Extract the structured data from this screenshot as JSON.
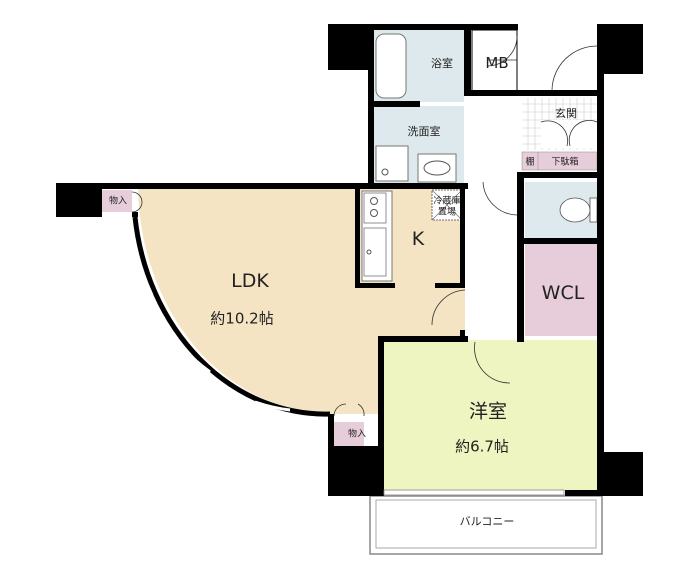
{
  "floorplan": {
    "colors": {
      "wall": "#000000",
      "ldk_fill": "#f5e4c3",
      "bedroom_fill": "#eef5c0",
      "wet_fill": "#dde9ec",
      "storage_fill": "#e6cdd9",
      "balcony_fill": "#ffffff",
      "corridor_fill": "#ffffff"
    },
    "rooms": {
      "ldk": {
        "name": "LDK",
        "size": "約10.2帖"
      },
      "kitchen": {
        "name": "K"
      },
      "fridge": {
        "line1": "冷蔵庫",
        "line2": "置場"
      },
      "bedroom": {
        "name": "洋室",
        "size": "約6.7帖"
      },
      "bath": {
        "name": "浴室"
      },
      "washroom": {
        "name": "洗面室"
      },
      "mb": {
        "name": "MB"
      },
      "entrance": {
        "name": "玄関"
      },
      "shelf": {
        "name": "棚"
      },
      "shoe_box": {
        "name": "下駄箱"
      },
      "wcl": {
        "name": "WCL"
      },
      "storage_ldk": {
        "name": "物入"
      },
      "storage_bed": {
        "name": "物入"
      },
      "balcony": {
        "name": "バルコニー"
      }
    }
  }
}
